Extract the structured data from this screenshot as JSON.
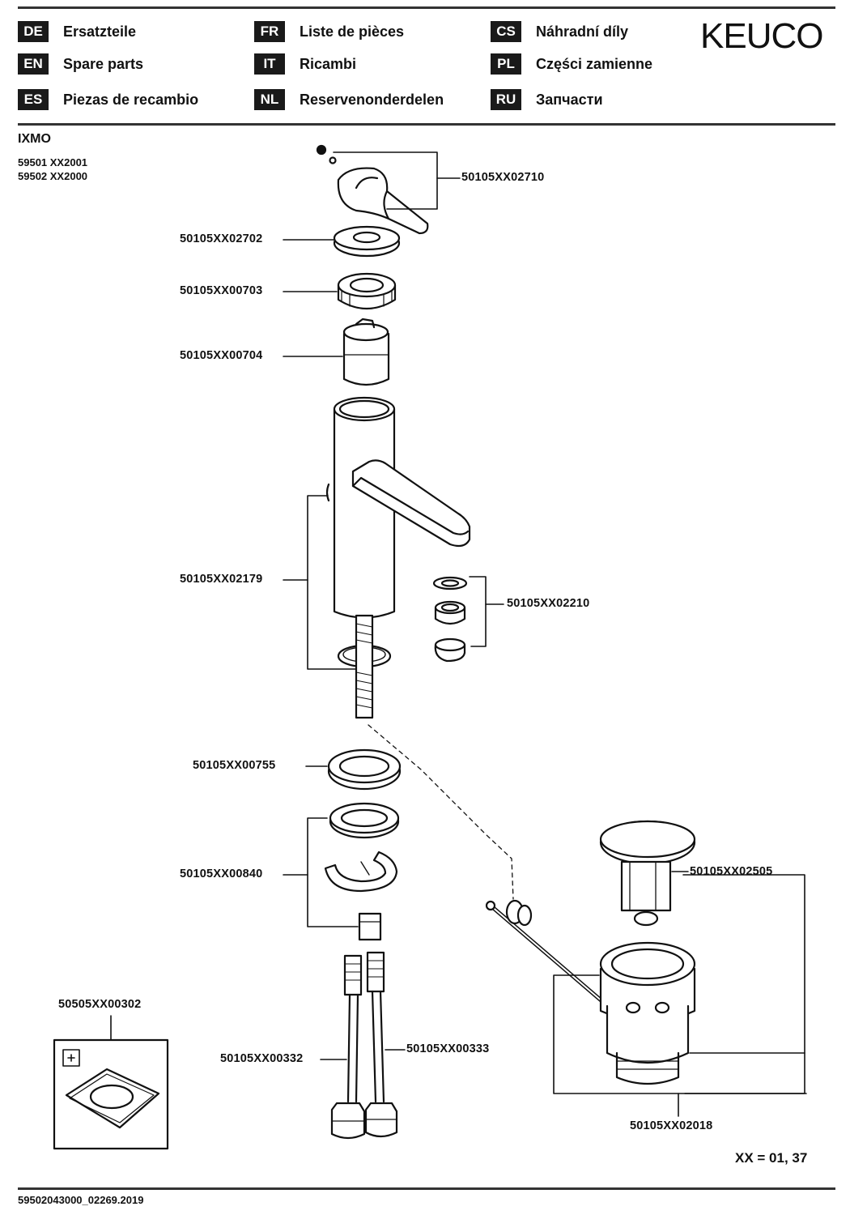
{
  "header": {
    "languages": [
      {
        "code": "DE",
        "label": "Ersatzteile"
      },
      {
        "code": "EN",
        "label": "Spare parts"
      },
      {
        "code": "ES",
        "label": "Piezas de recambio"
      },
      {
        "code": "FR",
        "label": "Liste de pièces"
      },
      {
        "code": "IT",
        "label": "Ricambi"
      },
      {
        "code": "NL",
        "label": "Reservenonderdelen"
      },
      {
        "code": "CS",
        "label": "Náhradní díly"
      },
      {
        "code": "PL",
        "label": "Części zamienne"
      },
      {
        "code": "RU",
        "label": "Запчасти"
      }
    ],
    "logo": "KEUCO"
  },
  "product": {
    "name": "IXMO",
    "article_1": "59501 XX2001",
    "article_2": "59502 XX2000"
  },
  "parts": {
    "handle": "50105XX02710",
    "cover_ring": "50105XX02702",
    "nut": "50105XX00703",
    "cartridge": "50105XX00704",
    "body": "50105XX02179",
    "aerator": "50105XX02210",
    "base_seal": "50105XX00755",
    "fixing_set": "50105XX00840",
    "hose_1": "50105XX00332",
    "hose_2": "50105XX00333",
    "plug": "50105XX02505",
    "waste": "50105XX02018",
    "template": "50505XX00302"
  },
  "footer": {
    "page_ref": "XX = 01, 37",
    "doc_id": "59502043000_02269.2019"
  }
}
